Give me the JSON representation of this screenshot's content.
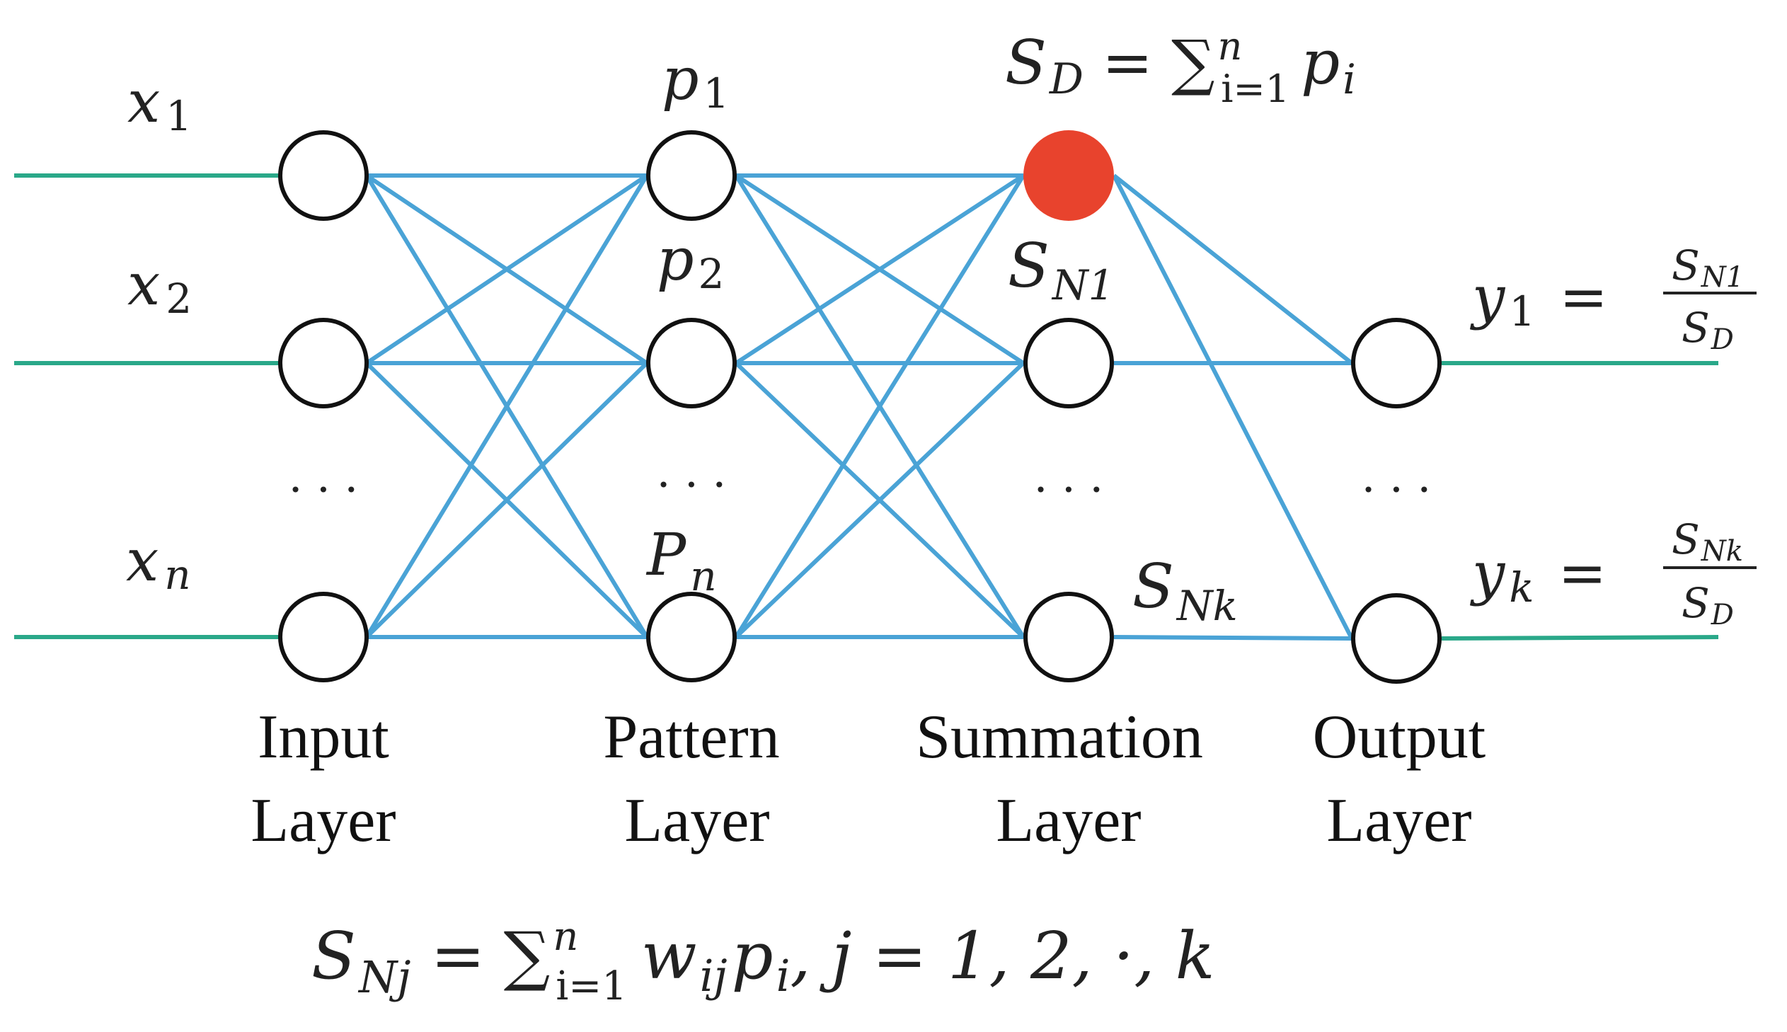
{
  "colors": {
    "edge": "#4aa3d6",
    "io_line": "#2aa889",
    "denominator_node": "#e8432d",
    "node_stroke": "#111111",
    "text": "#222222"
  },
  "inputs": {
    "x1": "x",
    "x1_sub": "1",
    "x2": "x",
    "x2_sub": "2",
    "xn": "x",
    "xn_sub": "n"
  },
  "pattern": {
    "p1": "p",
    "p1_sub": "1",
    "p2": "p",
    "p2_sub": "2",
    "pn": "P",
    "pn_sub": "n"
  },
  "summation": {
    "sd": "S",
    "sd_sub": "D",
    "sd_eq": "=",
    "sd_sum": "∑",
    "sd_sup": "n",
    "sd_sumsub": "i=1",
    "sd_term": "p",
    "sd_term_sub": "i",
    "sn1": "S",
    "sn1_sub": "N1",
    "snk": "S",
    "snk_sub": "Nk"
  },
  "outputs": {
    "y1": "y",
    "y1_sub": "1",
    "y1_eq": "=",
    "y1_num": "S",
    "y1_num_sub": "N1",
    "y1_den": "S",
    "y1_den_sub": "D",
    "yk": "y",
    "yk_sub": "k",
    "yk_eq": "=",
    "yk_num": "S",
    "yk_num_sub": "Nk",
    "yk_den": "S",
    "yk_den_sub": "D"
  },
  "ellipsis": "· · ·",
  "layers": {
    "input": [
      "Input",
      "Layer"
    ],
    "pattern": [
      "Pattern",
      "Layer"
    ],
    "summation": [
      "Summation",
      "Layer"
    ],
    "output": [
      "Output",
      "Layer"
    ]
  },
  "formula": {
    "lhs": "S",
    "lhs_sub": "Nj",
    "eq": "=",
    "sum": "∑",
    "sup": "n",
    "sumsub": "i=1",
    "w": "w",
    "w_sub": "ij",
    "p": "p",
    "p_sub": "i",
    "rest": ", j = 1, 2, ·, k"
  }
}
